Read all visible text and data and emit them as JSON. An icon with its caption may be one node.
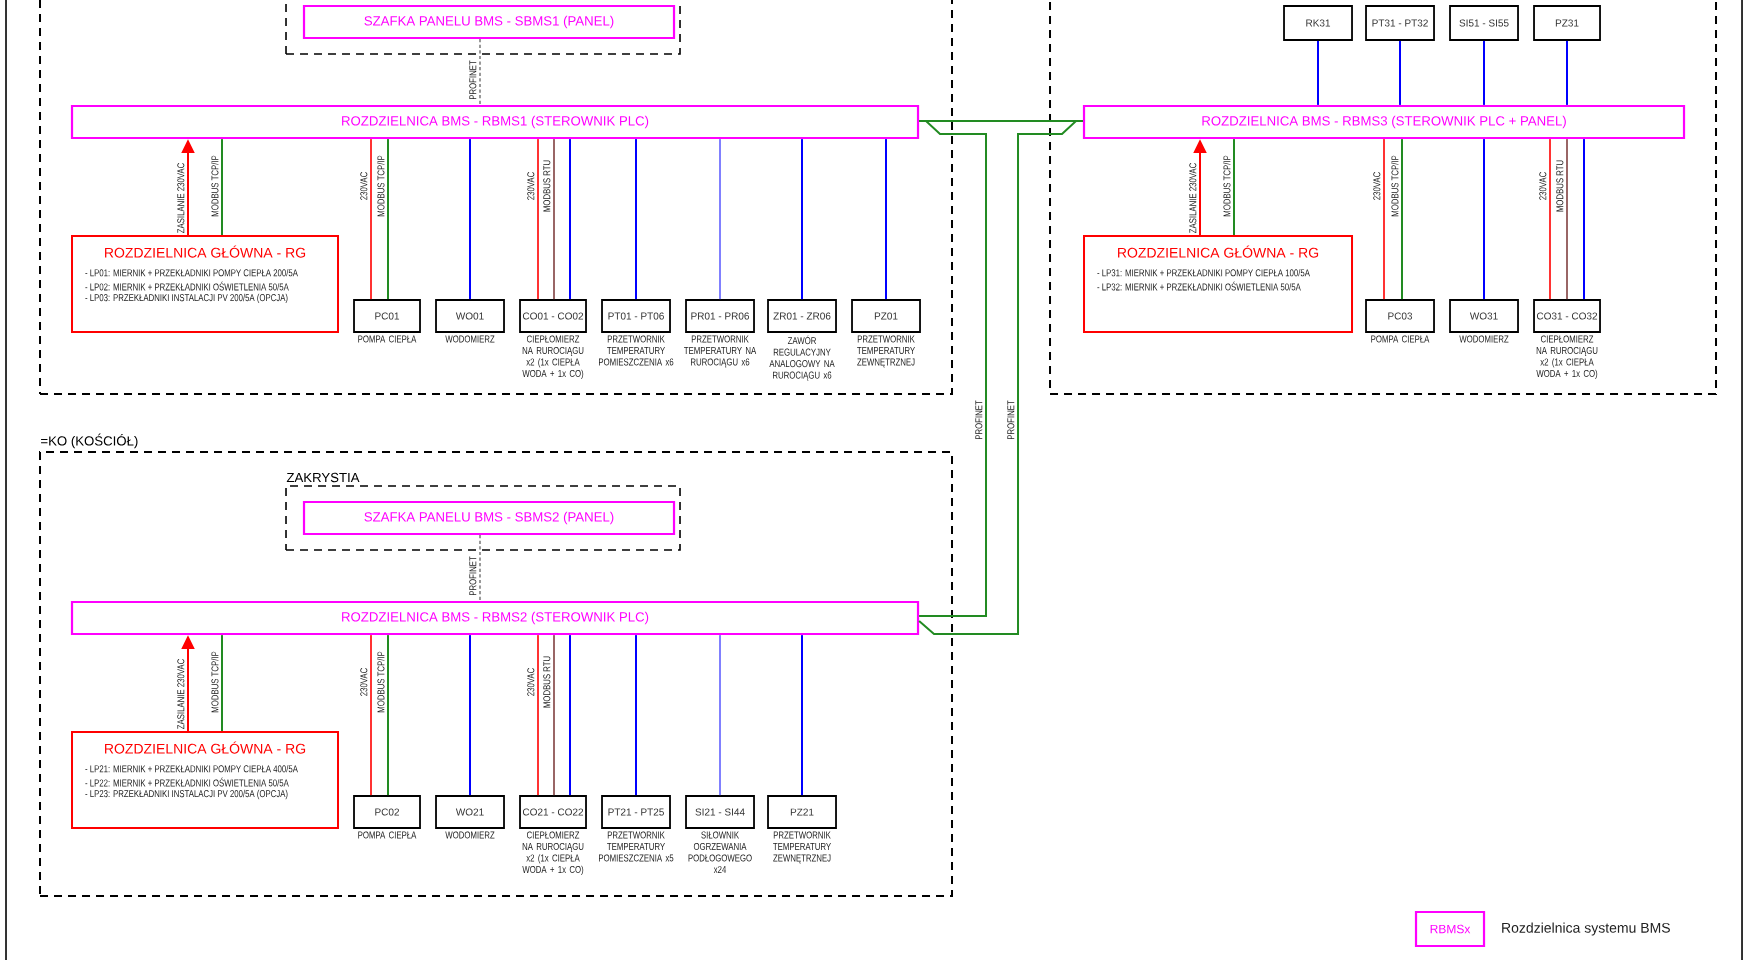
{
  "diagram": {
    "nodes": [
      {
        "text": [],
        "shape": "box"
      },
      {
        "text": [],
        "shape": "box",
        "in": 0
      },
      {
        "text": [
          "SZAFKA PANELU BMS - SBMS1 (PANEL)"
        ],
        "in": 1
      },
      {
        "text": [
          "ROZDZIELNICA BMS - RBMS1 (STEROWNIK PLC)"
        ],
        "in": 0
      },
      {
        "text": [
          "ROZDZIELNICA GŁÓWNA - RG",
          "- LP01: MIERNIK + PRZEKŁADNIKI POMPY CIEPŁA 200/5A",
          "- LP02: MIERNIK + PRZEKŁADNIKI OŚWIETLENIA 50/5A",
          "- LP03: PRZEKŁADNIKI INSTALACJI PV 200/5A (OPCJA)"
        ],
        "in": 0
      },
      {
        "text": [
          "PC01"
        ],
        "in": 0,
        "beside": [
          "POMPA CIEPŁA"
        ]
      },
      {
        "text": [
          "WO01"
        ],
        "in": 0,
        "beside": [
          "WODOMIERZ"
        ]
      },
      {
        "text": [
          "CO01 - CO02"
        ],
        "in": 0,
        "beside": [
          "CIEPŁOMIERZ NA RUROCIĄGU x2 (1x CIEPŁA WODA + 1x CO)"
        ]
      },
      {
        "text": [
          "PT01 - PT06"
        ],
        "in": 0,
        "beside": [
          "PRZETWORNIK TEMPERATURY POMIESZCZENIA x6"
        ]
      },
      {
        "text": [
          "PR01 - PR06"
        ],
        "in": 0,
        "beside": [
          "PRZETWORNIK TEMPERATURY NA RUROCIĄGU x6"
        ]
      },
      {
        "text": [
          "ZR01 - ZR06"
        ],
        "in": 0,
        "beside": [
          "ZAWÓR REGULACYJNY ANALOGOWY NA RUROCIĄGU x6"
        ]
      },
      {
        "text": [
          "PZ01"
        ],
        "in": 0,
        "beside": [
          "PRZETWORNIK TEMPERATURY ZEWNĘTRZNEJ"
        ]
      },
      {
        "text": [],
        "shape": "box"
      },
      {
        "text": [
          "RK31"
        ],
        "in": 12
      },
      {
        "text": [
          "PT31 - PT32"
        ],
        "in": 12
      },
      {
        "text": [
          "SI51 - SI55"
        ],
        "in": 12
      },
      {
        "text": [
          "PZ31"
        ],
        "in": 12
      },
      {
        "text": [
          "ROZDZIELNICA BMS - RBMS3 (STEROWNIK PLC + PANEL)"
        ],
        "in": 12
      },
      {
        "text": [
          "ROZDZIELNICA GŁÓWNA - RG",
          "- LP31: MIERNIK + PRZEKŁADNIKI POMPY CIEPŁA 100/5A",
          "- LP32: MIERNIK + PRZEKŁADNIKI OŚWIETLENIA 50/5A"
        ],
        "in": 12
      },
      {
        "text": [
          "PC03"
        ],
        "in": 12,
        "beside": [
          "POMPA CIEPŁA"
        ]
      },
      {
        "text": [
          "WO31"
        ],
        "in": 12,
        "beside": [
          "WODOMIERZ"
        ]
      },
      {
        "text": [
          "CO31 - CO32"
        ],
        "in": 12,
        "beside": [
          "CIEPŁOMIERZ NA RUROCIĄGU x2 (1x CIEPŁA WODA + 1x CO)"
        ]
      },
      {
        "text": [
          "=KO (KOŚCIÓŁ)"
        ]
      },
      {
        "text": [
          "ZAKRYSTIA"
        ],
        "in": 22
      },
      {
        "text": [
          "SZAFKA PANELU BMS - SBMS2 (PANEL)"
        ],
        "in": 23
      },
      {
        "text": [
          "ROZDZIELNICA BMS - RBMS2 (STEROWNIK PLC)"
        ],
        "in": 22
      },
      {
        "text": [
          "ROZDZIELNICA GŁÓWNA - RG",
          "- LP21: MIERNIK + PRZEKŁADNIKI POMPY CIEPŁA 400/5A",
          "- LP22: MIERNIK + PRZEKŁADNIKI OŚWIETLENIA 50/5A",
          "- LP23: PRZEKŁADNIKI INSTALACJI PV 200/5A (OPCJA)"
        ],
        "in": 22
      },
      {
        "text": [
          "PC02"
        ],
        "in": 22,
        "beside": [
          "POMPA CIEPŁA"
        ]
      },
      {
        "text": [
          "WO21"
        ],
        "in": 22,
        "beside": [
          "WODOMIERZ"
        ]
      },
      {
        "text": [
          "CO21 - CO22"
        ],
        "in": 22,
        "beside": [
          "CIEPŁOMIERZ NA RUROCIĄGU x2 (1x CIEPŁA WODA + 1x CO)"
        ]
      },
      {
        "text": [
          "PT21 - PT25"
        ],
        "in": 22,
        "beside": [
          "PRZETWORNIK TEMPERATURY POMIESZCZENIA x5"
        ]
      },
      {
        "text": [
          "SI21 - SI44"
        ],
        "in": 22,
        "beside": [
          "SIŁOWNIK OGRZEWANIA PODŁOGOWEGO x24"
        ]
      },
      {
        "text": [
          "PZ21"
        ],
        "in": 22,
        "beside": [
          "PRZETWORNIK TEMPERATURY ZEWNĘTRZNEJ"
        ]
      }
    ],
    "edges": [
      {
        "from": 2,
        "to": 3,
        "arrow": "none",
        "label": "PROFINET",
        "style": "dashed",
        "color": "#999999"
      },
      {
        "from": 4,
        "to": 3,
        "arrow": "to",
        "label": "ZASILANIE 230VAC",
        "color": "#ff0000"
      },
      {
        "from": 3,
        "to": 4,
        "arrow": "none",
        "label": "MODBUS TCP/IP",
        "color": "#228b22"
      },
      {
        "from": 3,
        "to": 5,
        "arrow": "none",
        "label": "230VAC",
        "color": "#ff3333"
      },
      {
        "from": 3,
        "to": 5,
        "arrow": "none",
        "label": "MODBUS TCP/IP",
        "color": "#228b22"
      },
      {
        "from": 3,
        "to": 6,
        "arrow": "none"
      },
      {
        "from": 3,
        "to": 7,
        "arrow": "none",
        "label": "230VAC",
        "color": "#ff3333"
      },
      {
        "from": 3,
        "to": 7,
        "arrow": "none",
        "label": "MODBUS RTU",
        "color": "#996666"
      },
      {
        "from": 3,
        "to": 7,
        "arrow": "none"
      },
      {
        "from": 3,
        "to": 8,
        "arrow": "none"
      },
      {
        "from": 3,
        "to": 9,
        "arrow": "none",
        "color": "#8080ff"
      },
      {
        "from": 3,
        "to": 10,
        "arrow": "none"
      },
      {
        "from": 3,
        "to": 11,
        "arrow": "none"
      },
      {
        "from": 17,
        "to": 13,
        "arrow": "none"
      },
      {
        "from": 17,
        "to": 14,
        "arrow": "none"
      },
      {
        "from": 17,
        "to": 15,
        "arrow": "none"
      },
      {
        "from": 17,
        "to": 16,
        "arrow": "none"
      },
      {
        "from": 18,
        "to": 17,
        "arrow": "to",
        "label": "ZASILANIE 230VAC",
        "color": "#ff0000"
      },
      {
        "from": 17,
        "to": 18,
        "arrow": "none",
        "label": "MODBUS TCP/IP",
        "color": "#228b22"
      },
      {
        "from": 17,
        "to": 19,
        "arrow": "none",
        "label": "230VAC",
        "color": "#ff3333"
      },
      {
        "from": 17,
        "to": 19,
        "arrow": "none",
        "label": "MODBUS TCP/IP",
        "color": "#228b22"
      },
      {
        "from": 17,
        "to": 20,
        "arrow": "none"
      },
      {
        "from": 17,
        "to": 21,
        "arrow": "none",
        "label": "230VAC",
        "color": "#ff3333"
      },
      {
        "from": 17,
        "to": 21,
        "arrow": "none",
        "label": "MODBUS RTU",
        "color": "#996666"
      },
      {
        "from": 17,
        "to": 21,
        "arrow": "none"
      },
      {
        "from": 24,
        "to": 25,
        "arrow": "none",
        "label": "PROFINET",
        "style": "dashed",
        "color": "#999999"
      },
      {
        "from": 26,
        "to": 25,
        "arrow": "to",
        "label": "ZASILANIE 230VAC",
        "color": "#ff0000"
      },
      {
        "from": 25,
        "to": 26,
        "arrow": "none",
        "label": "MODBUS TCP/IP",
        "color": "#228b22"
      },
      {
        "from": 25,
        "to": 27,
        "arrow": "none",
        "label": "230VAC",
        "color": "#ff3333"
      },
      {
        "from": 25,
        "to": 27,
        "arrow": "none",
        "label": "MODBUS TCP/IP",
        "color": "#228b22"
      },
      {
        "from": 25,
        "to": 28,
        "arrow": "none"
      },
      {
        "from": 25,
        "to": 29,
        "arrow": "none",
        "label": "230VAC",
        "color": "#ff3333"
      },
      {
        "from": 25,
        "to": 29,
        "arrow": "none",
        "label": "MODBUS RTU",
        "color": "#996666"
      },
      {
        "from": 25,
        "to": 29,
        "arrow": "none"
      },
      {
        "from": 25,
        "to": 30,
        "arrow": "none"
      },
      {
        "from": 25,
        "to": 31,
        "arrow": "none",
        "color": "#8080ff"
      },
      {
        "from": 25,
        "to": 32,
        "arrow": "none"
      },
      {
        "from": 3,
        "to": 17,
        "arrow": "none",
        "color": "#228b22"
      },
      {
        "from": 3,
        "to": 25,
        "arrow": "none",
        "label": "PROFINET",
        "color": "#228b22"
      },
      {
        "from": 17,
        "to": 25,
        "arrow": "none",
        "label": "PROFINET",
        "color": "#228b22"
      }
    ],
    "labels": [
      "RBMSx"
    ],
    "legend": [
      {
        "text": "Rozdzielnica systemu BMS"
      }
    ]
  }
}
